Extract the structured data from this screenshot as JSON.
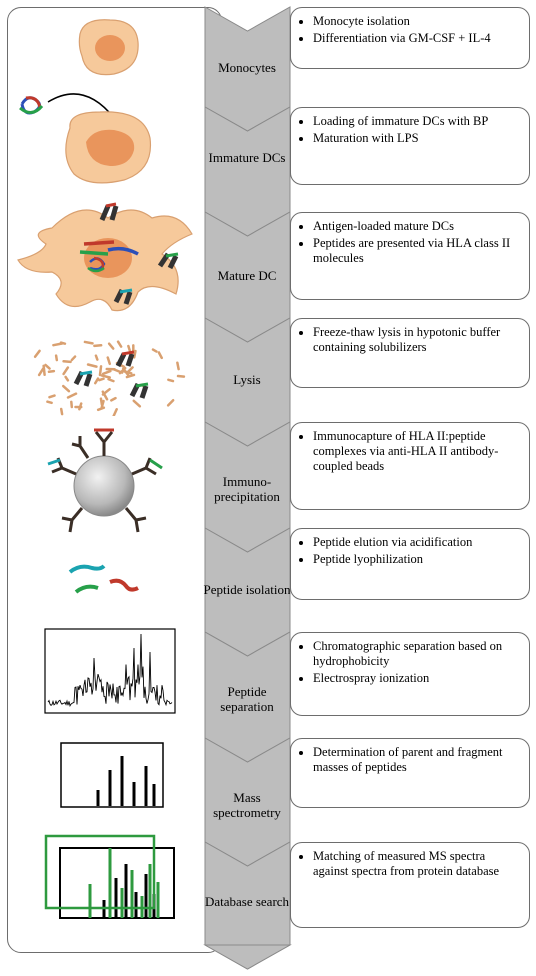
{
  "steps": [
    {
      "label": "Monocytes",
      "bullets": [
        "Monocyte isolation",
        "Differentiation via GM-CSF + IL-4"
      ]
    },
    {
      "label": "Immature DCs",
      "bullets": [
        "Loading of immature DCs with BP",
        "Maturation with LPS"
      ]
    },
    {
      "label": "Mature DC",
      "bullets": [
        "Antigen-loaded mature DCs",
        "Peptides are presented via HLA class II molecules"
      ]
    },
    {
      "label": "Lysis",
      "bullets": [
        "Freeze-thaw lysis in hypotonic buffer containing solubilizers"
      ]
    },
    {
      "label": "Immuno-precipitation",
      "bullets": [
        "Immunocapture of HLA II:peptide complexes via anti-HLA II antibody-coupled beads"
      ]
    },
    {
      "label": "Peptide isolation",
      "bullets": [
        "Peptide elution via acidification",
        "Peptide lyophilization"
      ]
    },
    {
      "label": "Peptide separation",
      "bullets": [
        "Chromatographic separation based on hydrophobicity",
        "Electrospray ionization"
      ]
    },
    {
      "label": "Mass spectrometry",
      "bullets": [
        "Determination of parent and fragment masses of peptides"
      ]
    },
    {
      "label": "Database search",
      "bullets": [
        "Matching of measured MS spectra against spectra from protein database"
      ]
    }
  ],
  "colors": {
    "arrow": "#bdbdbd",
    "arrow_edge": "#8a8a8a",
    "cell": "#f6c99b",
    "nucleus": "#e9955c",
    "match_box": "#2e9a3f"
  }
}
